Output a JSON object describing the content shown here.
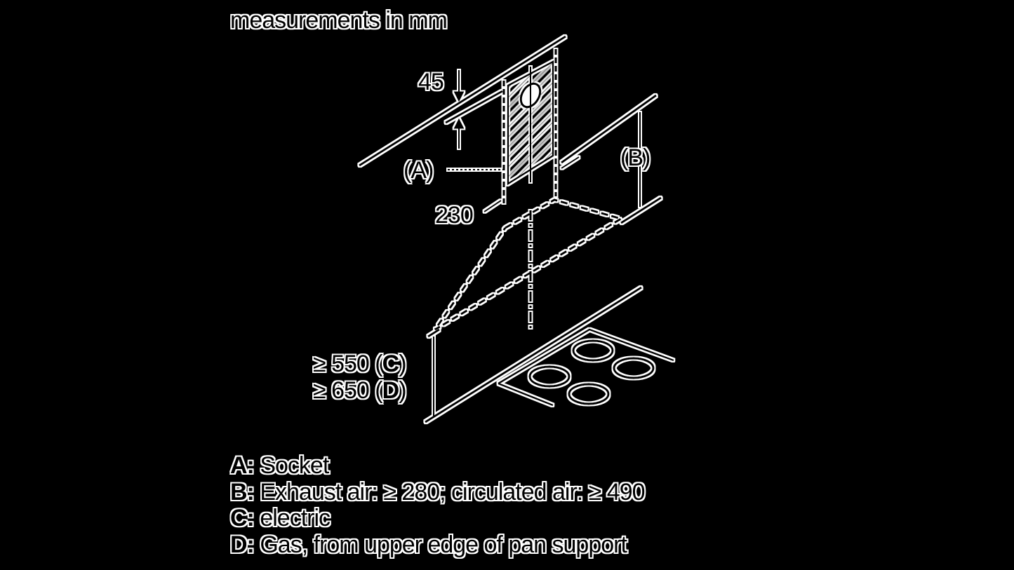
{
  "title": "measurements in mm",
  "dimensions": {
    "offset_top": "45",
    "depth": "230",
    "label_a": "(A)",
    "label_b": "(B)",
    "height_c_value": "≥ 550",
    "height_c_key": "C",
    "height_d_value": "≥ 650",
    "height_d_key": "D"
  },
  "legend": [
    {
      "key": "A:",
      "text": "Socket"
    },
    {
      "key": "B:",
      "text": "Exhaust air: ≥ 280; circulated air: ≥ 490"
    },
    {
      "key": "C:",
      "text": "electric"
    },
    {
      "key": "D:",
      "text": "Gas, from upper edge of pan support"
    }
  ]
}
